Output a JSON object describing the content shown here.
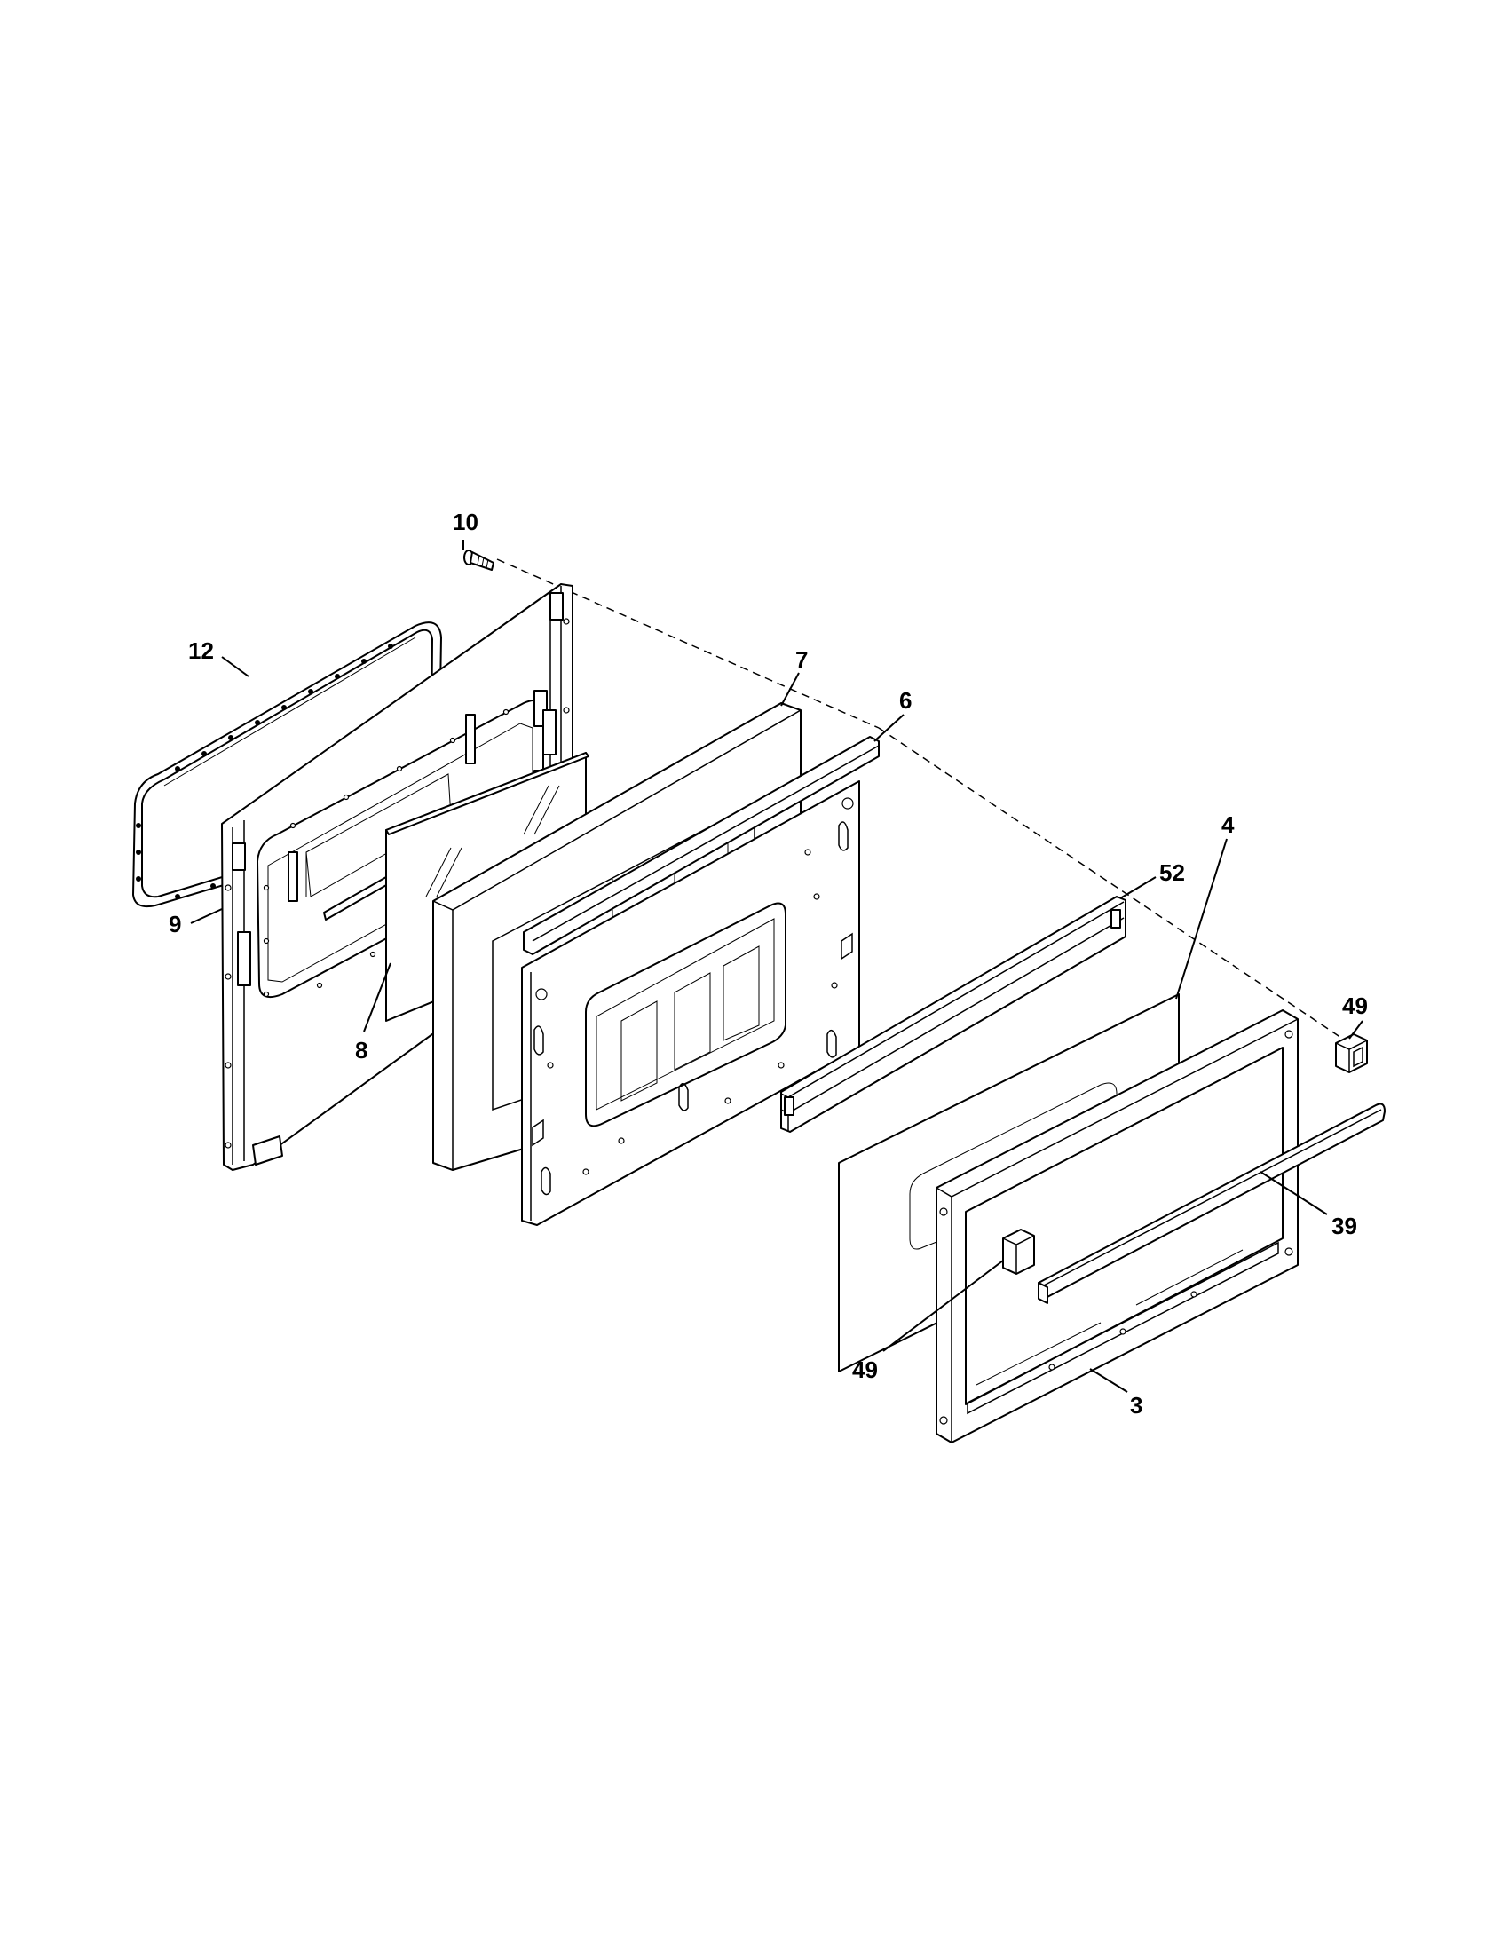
{
  "diagram": {
    "type": "exploded-parts-view",
    "callouts": {
      "c10": "10",
      "c12": "12",
      "c7": "7",
      "c6": "6",
      "c52": "52",
      "c4": "4",
      "c49_right": "49",
      "c9": "9",
      "c8": "8",
      "c39": "39",
      "c49_bottom": "49",
      "c3": "3"
    }
  }
}
